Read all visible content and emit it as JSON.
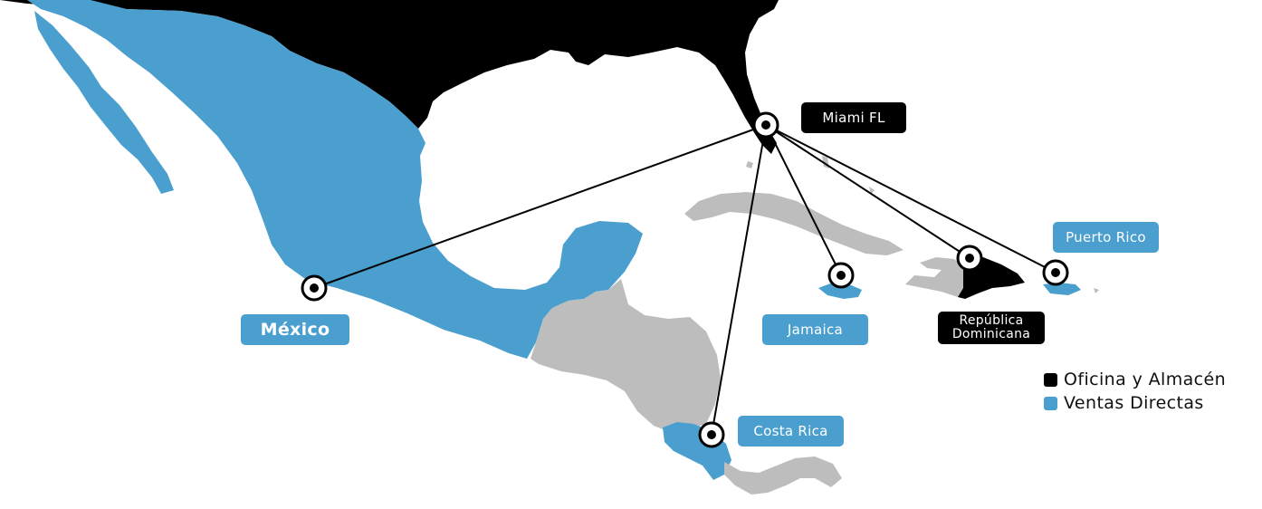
{
  "colors": {
    "blue": "#4a9fcf",
    "black": "#000000",
    "gray": "#bdbdbd",
    "background": "#ffffff"
  },
  "locations": {
    "hub": "Miami FL",
    "mexico": "México",
    "jamaica": "Jamaica",
    "costa_rica": "Costa Rica",
    "puerto_rico": "Puerto Rico",
    "rep_dom_line1": "República",
    "rep_dom_line2": "Dominicana"
  },
  "legend": {
    "office_label": "Oficina y Almacén",
    "sales_label": "Ventas Directas"
  }
}
